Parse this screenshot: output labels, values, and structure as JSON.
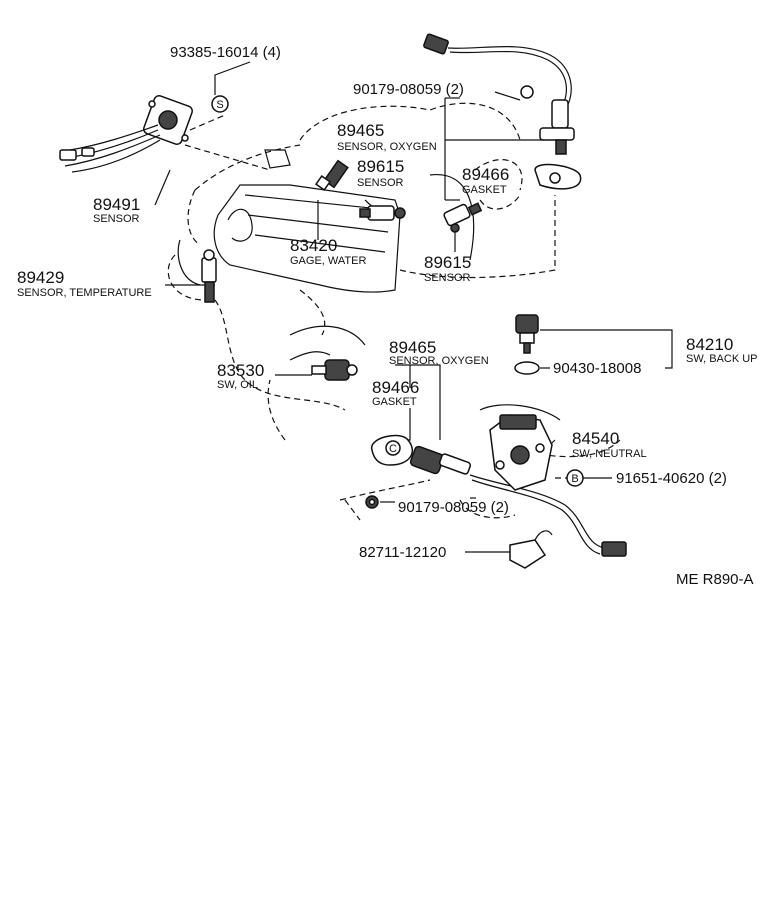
{
  "callouts": {
    "bolt_93385": {
      "number": "93385-16014 (4)"
    },
    "nut_90179_top": {
      "number": "90179-08059 (2)"
    },
    "oxygen_sensor_top": {
      "number": "89465",
      "desc": "SENSOR, OXYGEN"
    },
    "sensor_89615_upper": {
      "number": "89615",
      "desc": "SENSOR"
    },
    "gasket_top": {
      "number": "89466",
      "desc": "GASKET"
    },
    "sensor_89491": {
      "number": "89491",
      "desc": "SENSOR"
    },
    "gage_83420": {
      "number": "83420",
      "desc": "GAGE, WATER"
    },
    "sensor_89615_lower": {
      "number": "89615",
      "desc": "SENSOR"
    },
    "temp_sensor_89429": {
      "number": "89429",
      "desc": "SENSOR, TEMPERATURE"
    },
    "backup_sw_84210": {
      "number": "84210",
      "desc": "SW, BACK UP"
    },
    "gasket_90430": {
      "number": "90430-18008"
    },
    "oxygen_sensor_bottom": {
      "number": "89465",
      "desc": "SENSOR, OXYGEN"
    },
    "oil_sw_83530": {
      "number": "83530",
      "desc": "SW, OIL"
    },
    "gasket_bottom": {
      "number": "89466",
      "desc": "GASKET"
    },
    "neutral_sw_84540": {
      "number": "84540",
      "desc": "SW, NEUTRAL"
    },
    "bolt_91651": {
      "number": "91651-40620 (2)"
    },
    "nut_90179_bottom": {
      "number": "90179-08059 (2)"
    },
    "clamp_82711": {
      "number": "82711-12120"
    }
  },
  "markers": {
    "s_marker": "S",
    "b_marker": "B",
    "c_marker": "C"
  },
  "figure_code": "ME R890-A"
}
